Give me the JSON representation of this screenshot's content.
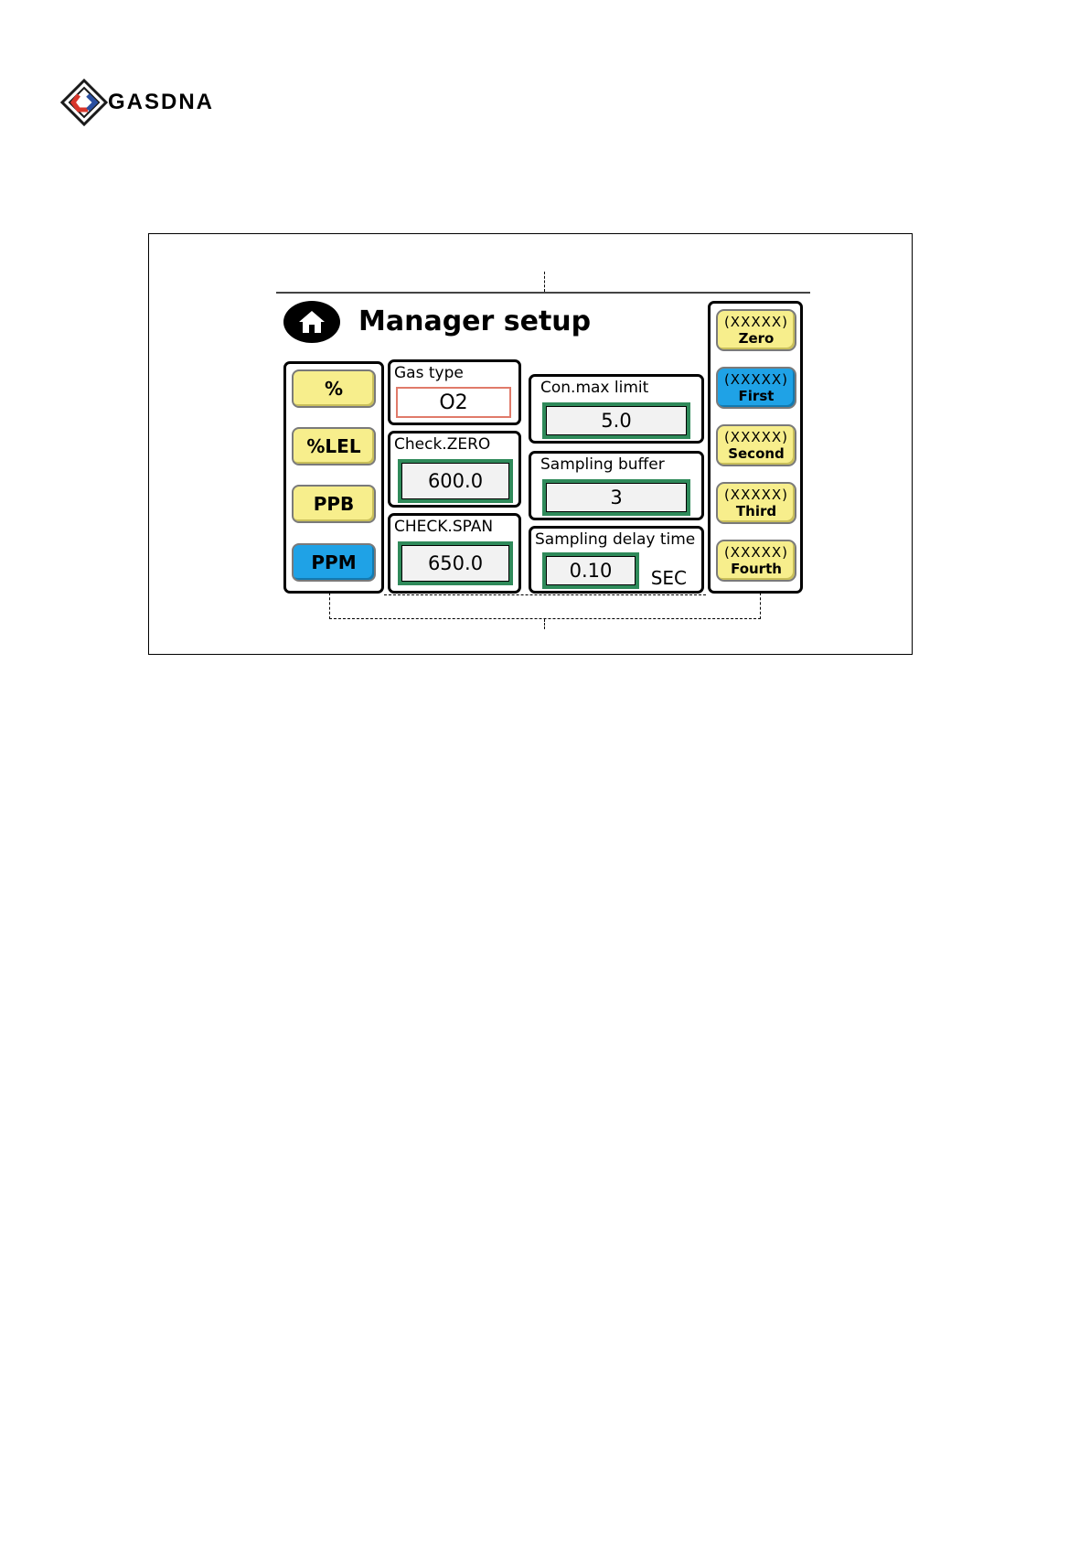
{
  "brand": {
    "name": "GASDNA"
  },
  "screen": {
    "title": "Manager setup",
    "units": [
      {
        "label": "%",
        "active": false
      },
      {
        "label": "%LEL",
        "active": false
      },
      {
        "label": "PPB",
        "active": false
      },
      {
        "label": "PPM",
        "active": true
      }
    ],
    "gas_type": {
      "label": "Gas type",
      "value": "O2"
    },
    "check_zero": {
      "label": "Check.ZERO",
      "value": "600.0"
    },
    "check_span": {
      "label": "CHECK.SPAN",
      "value": "650.0"
    },
    "con_max_limit": {
      "label": "Con.max limit",
      "value": "5.0"
    },
    "sampling_buffer": {
      "label": "Sampling buffer",
      "value": "3"
    },
    "sampling_delay": {
      "label": "Sampling delay time",
      "value": "0.10",
      "unit": "SEC"
    },
    "calibration": [
      {
        "code": "(XXXXX)",
        "label": "Zero",
        "active": false
      },
      {
        "code": "(XXXXX)",
        "label": "First",
        "active": true
      },
      {
        "code": "(XXXXX)",
        "label": "Second",
        "active": false
      },
      {
        "code": "(XXXXX)",
        "label": "Third",
        "active": false
      },
      {
        "code": "(XXXXX)",
        "label": "Fourth",
        "active": false
      }
    ]
  },
  "colors": {
    "button_yellow": "#f7ee8c",
    "button_active_blue": "#1fa2e6",
    "value_border_green": "#2f8a5a",
    "gas_type_border_red": "#e07a6a"
  },
  "icons": {
    "home": "home-icon",
    "logo": "gasdna-diamond-logo"
  }
}
